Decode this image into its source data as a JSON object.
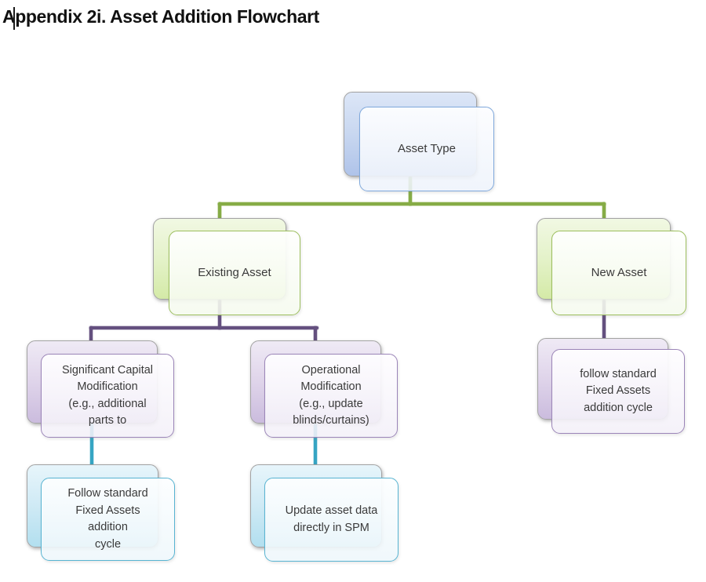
{
  "page": {
    "title": "Appendix 2i. Asset Addition Flowchart"
  },
  "flowchart": {
    "nodes": [
      {
        "label": "Asset Type",
        "lines": [
          "Asset Type"
        ],
        "color_family": "blue",
        "level": 1
      },
      {
        "label": "Existing Asset",
        "lines": [
          "Existing Asset"
        ],
        "color_family": "green",
        "level": 2
      },
      {
        "label": "New Asset",
        "lines": [
          "New Asset"
        ],
        "color_family": "green",
        "level": 2
      },
      {
        "label": "Significant Capital Modification (e.g., additional parts to",
        "lines": [
          "Significant Capital",
          "Modification",
          "(e.g., additional",
          "parts to"
        ],
        "color_family": "purple",
        "level": 3
      },
      {
        "label": "Operational Modification (e.g., update blinds/curtains)",
        "lines": [
          "Operational",
          "Modification",
          "(e.g., update",
          "blinds/curtains)"
        ],
        "color_family": "purple",
        "level": 3
      },
      {
        "label": "follow standard Fixed Assets addition cycle",
        "lines": [
          "follow standard",
          "Fixed Assets",
          "addition cycle"
        ],
        "color_family": "purple",
        "level": 3
      },
      {
        "label": "Follow standard Fixed Assets addition cycle",
        "lines": [
          "Follow standard",
          "Fixed Assets",
          "addition",
          "cycle"
        ],
        "color_family": "cyan",
        "level": 4
      },
      {
        "label": "Update asset data directly in SPM",
        "lines": [
          "Update asset data",
          "directly in SPM"
        ],
        "color_family": "cyan",
        "level": 4
      }
    ],
    "edges": [
      {
        "from": "Asset Type",
        "to": "Existing Asset",
        "color": "green"
      },
      {
        "from": "Asset Type",
        "to": "New Asset",
        "color": "green"
      },
      {
        "from": "Existing Asset",
        "to": "Significant Capital Modification",
        "color": "purple"
      },
      {
        "from": "Existing Asset",
        "to": "Operational Modification",
        "color": "purple"
      },
      {
        "from": "New Asset",
        "to": "follow standard Fixed Assets addition cycle",
        "color": "purple"
      },
      {
        "from": "Significant Capital Modification",
        "to": "Follow standard Fixed Assets addition cycle",
        "color": "cyan"
      },
      {
        "from": "Operational Modification",
        "to": "Update asset data directly in SPM",
        "color": "cyan"
      }
    ],
    "colors": {
      "connector_green": "#86AC46",
      "connector_purple": "#64507F",
      "connector_cyan": "#36A5C3",
      "blue_node_border": "#7FA8DC",
      "green_node_border": "#9CBE5D",
      "purple_node_border": "#9B85B8",
      "cyan_node_border": "#58B4D2"
    }
  }
}
